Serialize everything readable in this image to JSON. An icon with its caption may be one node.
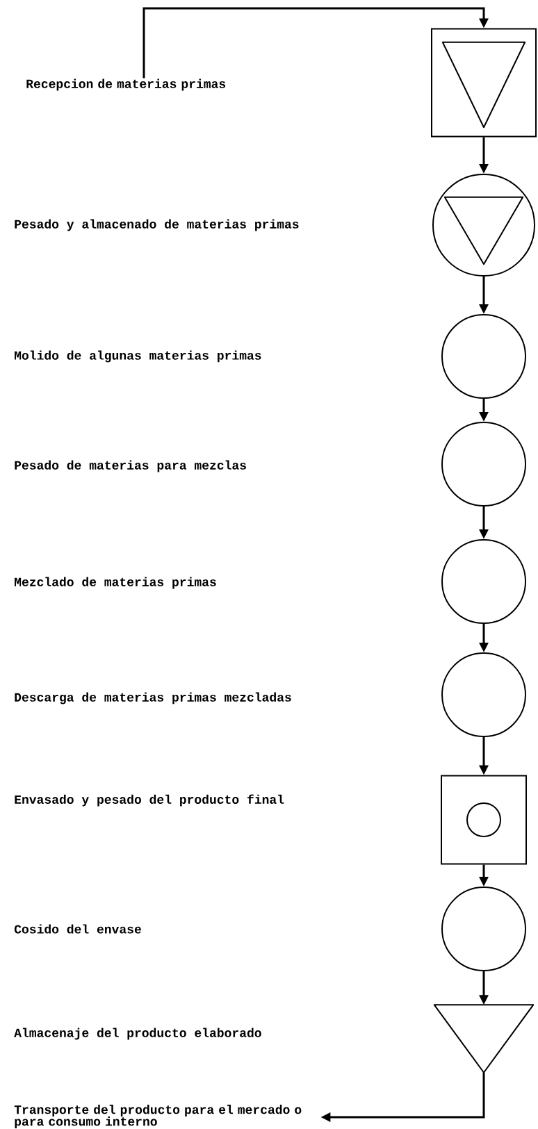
{
  "diagram": {
    "nodes": [
      {
        "text": [
          "Recepcion de materias primas"
        ]
      },
      {
        "text": [],
        "shape": "box"
      },
      {
        "text": [],
        "shape": "triangle",
        "in": 1
      },
      {
        "text": [],
        "shape": "circle"
      },
      {
        "text": [],
        "shape": "triangle",
        "in": 3
      },
      {
        "text": [],
        "shape": "circle"
      },
      {
        "text": [],
        "shape": "circle"
      },
      {
        "text": [],
        "shape": "circle"
      },
      {
        "text": [],
        "shape": "circle"
      },
      {
        "text": [],
        "shape": "box"
      },
      {
        "text": [],
        "shape": "circle",
        "in": 9
      },
      {
        "text": [],
        "shape": "circle"
      },
      {
        "text": [],
        "shape": "triangle"
      },
      {
        "text": [
          "Transporte del producto para el mercado o para consumo interno"
        ]
      }
    ],
    "edges": [
      {
        "from": 0,
        "to": 1,
        "arrow": "to"
      },
      {
        "from": 1,
        "to": 3,
        "arrow": "to"
      },
      {
        "from": 3,
        "to": 5,
        "arrow": "to"
      },
      {
        "from": 5,
        "to": 6,
        "arrow": "to"
      },
      {
        "from": 6,
        "to": 7,
        "arrow": "to"
      },
      {
        "from": 7,
        "to": 8,
        "arrow": "to"
      },
      {
        "from": 8,
        "to": 9,
        "arrow": "to"
      },
      {
        "from": 9,
        "to": 11,
        "arrow": "to"
      },
      {
        "from": 11,
        "to": 12,
        "arrow": "to"
      },
      {
        "from": 12,
        "to": 13,
        "arrow": "to"
      }
    ],
    "labels": [
      "Pesado y almacenado de materias primas",
      "Molido de algunas materias primas",
      "Pesado de materias para mezclas",
      "Mezclado de materias primas",
      "Descarga de materias primas mezcladas",
      "Envasado y pesado del producto final",
      "Cosido del envase",
      "Almacenaje del producto elaborado"
    ]
  }
}
